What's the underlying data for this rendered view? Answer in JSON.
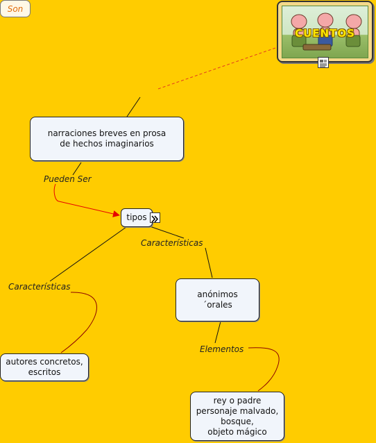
{
  "concepts": {
    "cuentos": {
      "title": "CUENTOS"
    },
    "narraciones": {
      "lines": [
        "narraciones breves en prosa",
        "de hechos imaginarios"
      ]
    },
    "tipos": {
      "label": "tipos"
    },
    "anonimos": {
      "lines": [
        "anónimos",
        "´orales"
      ]
    },
    "autores": {
      "lines": [
        "autores concretos,",
        "escritos"
      ]
    },
    "rey": {
      "lines": [
        "rey o padre",
        "personaje malvado,",
        "bosque,",
        "objeto mágico"
      ]
    }
  },
  "links": {
    "son": "Son",
    "pueden_ser": "Pueden Ser",
    "caracteristicas_right": "Características",
    "caracteristicas_left": "Características",
    "elementos": "Elementos"
  },
  "colors": {
    "background": "#FFCC00",
    "node_fill": "#F1F5FB",
    "son_text": "#E06D0E",
    "dashed_link": "#E23A1E",
    "arrow": "#E60000"
  },
  "icons": {
    "resource": "document-icon",
    "expand": "double-chevron-right-icon"
  }
}
